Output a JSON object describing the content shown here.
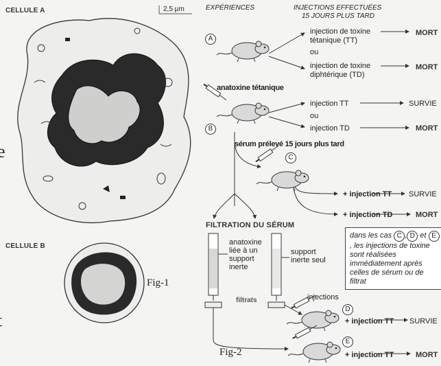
{
  "fig1": {
    "cell_a_label": "CELLULE A",
    "scale_label": "2,5 µm",
    "cell_b_label": "CELLULE B",
    "caption": "Fig-1",
    "edge_letter_1": "e",
    "edge_letter_2": "t"
  },
  "fig2": {
    "caption": "Fig-2",
    "header_experiences": "EXPÉRIENCES",
    "header_injections": "INJECTIONS EFFECTUÉES",
    "header_injections_2": "15 JOURS PLUS TARD",
    "mouse_a": "A",
    "mouse_b": "B",
    "mouse_c": "C",
    "mouse_d": "D",
    "mouse_e": "E",
    "a_inj1_line1": "injection de toxine",
    "a_inj1_line2": "tétanique (TT)",
    "a_ou": "ou",
    "a_inj2_line1": "injection de toxine",
    "a_inj2_line2": "diphtérique (TD)",
    "result_mort": "MORT",
    "result_survie": "SURVIE",
    "anatoxine_tetanique": "anatoxine tétanique",
    "b_inj1": "injection TT",
    "b_ou": "ou",
    "b_inj2": "injection TD",
    "serum_label": "sérum prélevé 15 jours plus tard",
    "c_inj1": "+ injection TT",
    "c_inj2": "+ injection TD",
    "filtration": "FILTRATION DU SÉRUM",
    "col1_line1": "anatoxine",
    "col1_line2": "liée à un",
    "col1_line3": "support",
    "col1_line4": "inerte",
    "col2_line1": "support",
    "col2_line2": "inerte seul",
    "filtrats": "filtrats",
    "injections": "injections",
    "d_inj": "+ injection TT",
    "e_inj": "+ injection TT",
    "note_1": "dans les cas",
    "note_2": "et",
    "note_3": ", les injections de toxine sont réalisées immédiatement après celles de sérum ou de filtrat"
  }
}
